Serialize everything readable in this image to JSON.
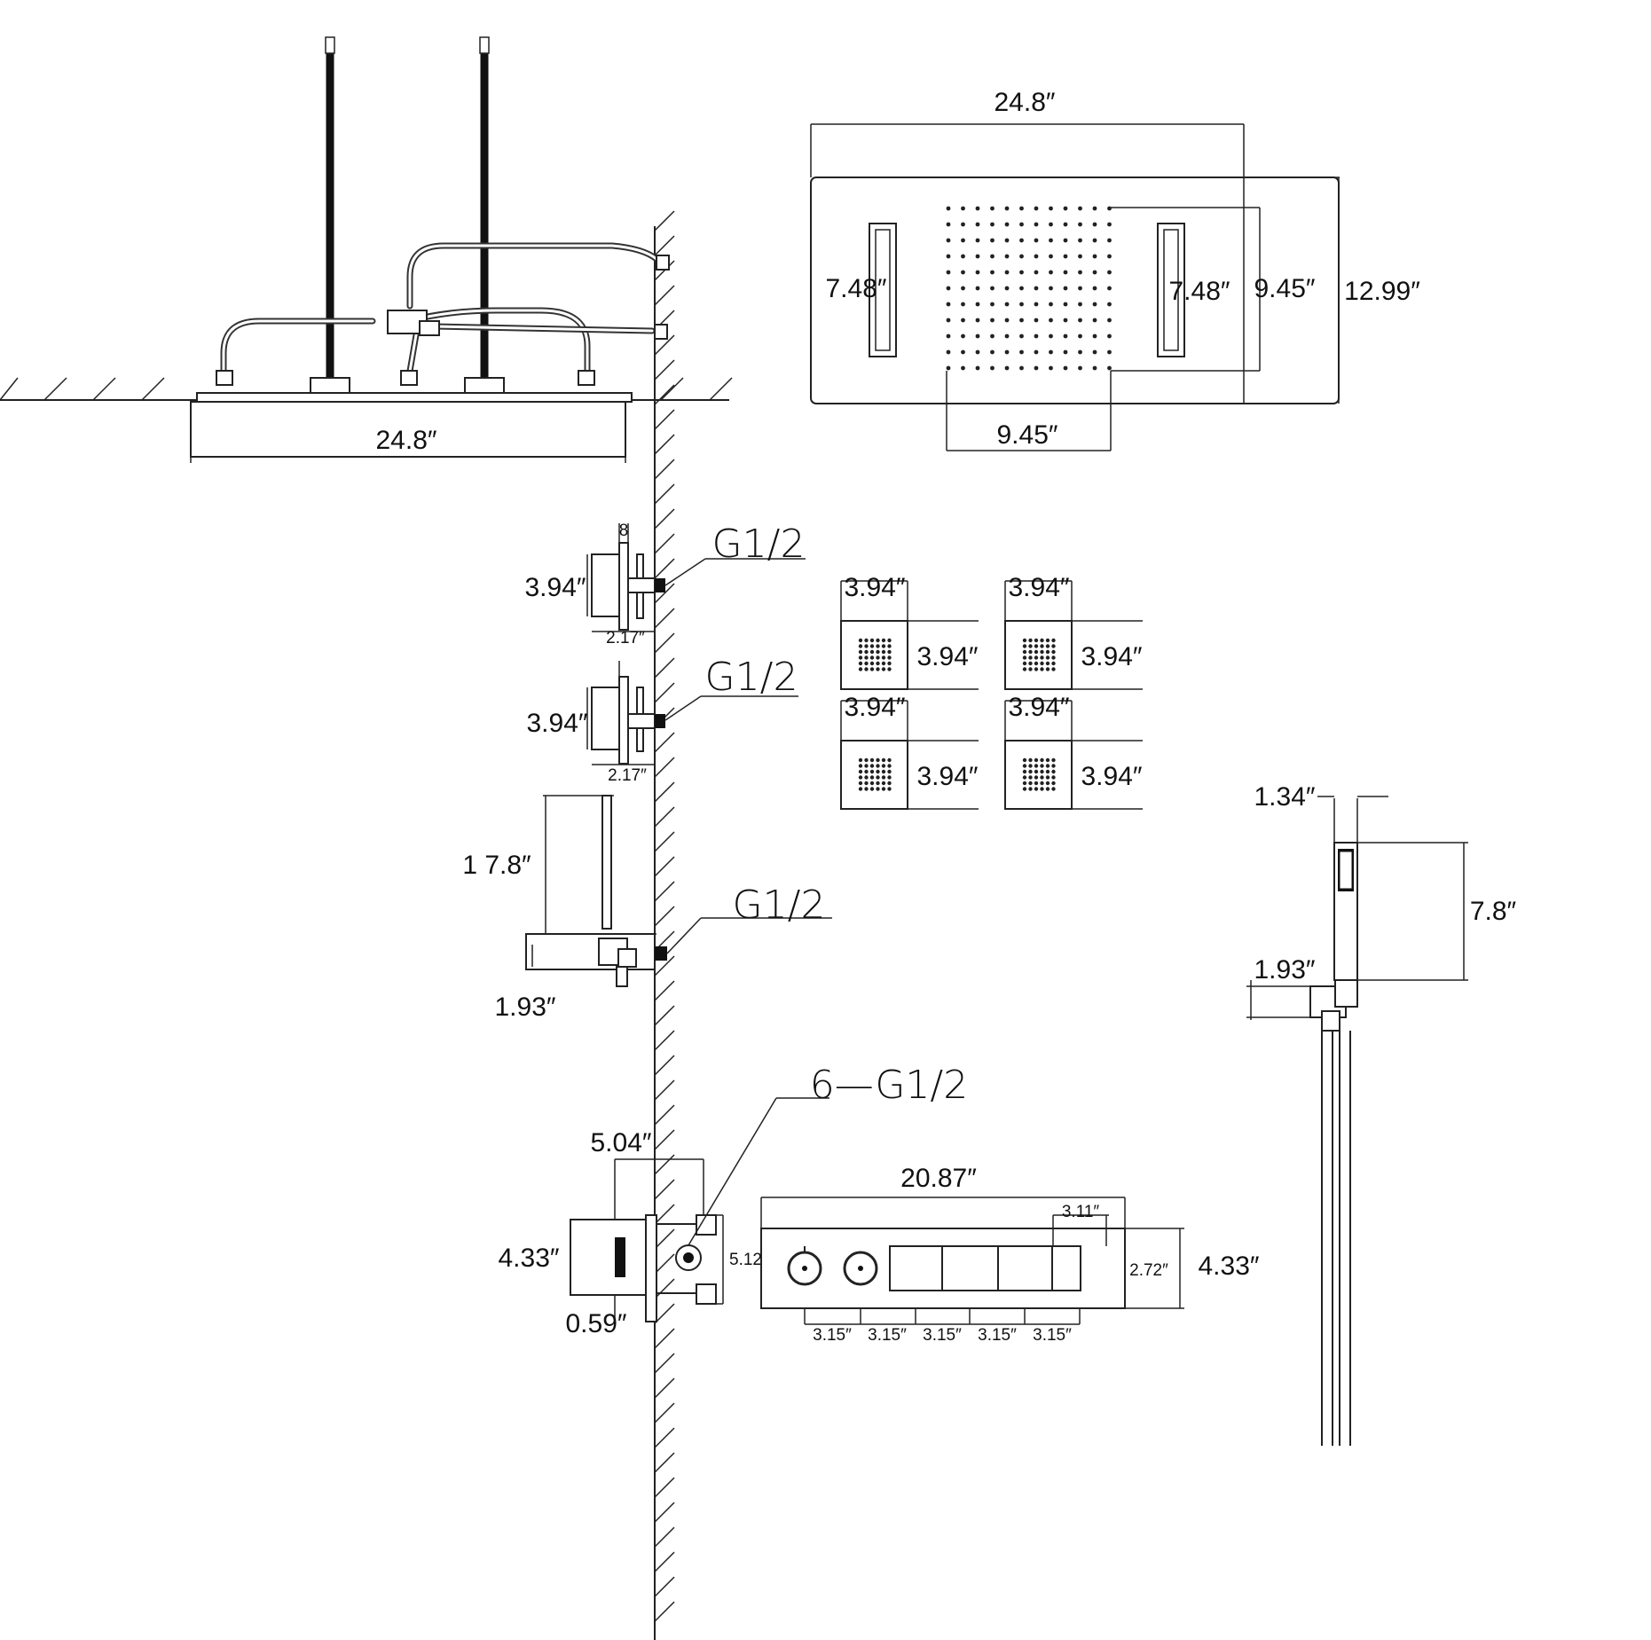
{
  "dimensions": {
    "ceiling_width": "24.8″",
    "panel_width": "24.8″",
    "panel_side_left": "7.48″",
    "panel_side_right": "7.48″",
    "panel_rain_height": "9.45″",
    "panel_height": "12.99″",
    "panel_rain_width": "9.45″",
    "jet_width_1": "3.94″",
    "jet_width_2": "3.94″",
    "jet_depth_1": "2.17″",
    "jet_depth_2": "2.17″",
    "jet_flange": "8",
    "handheld_height": "1 7.8″",
    "handheld_base": "1.93″",
    "valve_depth": "5.04″",
    "valve_height": "4.33″",
    "valve_offset": "0.59″",
    "valve_connector": "5.12″",
    "valve_width": "20.87″",
    "valve_button": "3.11″",
    "valve_inner_height": "2.72″",
    "valve_total_height": "4.33″",
    "spacing": [
      "3.15″",
      "3.15″",
      "3.15″",
      "3.15″",
      "3.15″"
    ],
    "holder_width": "1.34″",
    "holder_height": "7.8″",
    "holder_base": "1.93″"
  },
  "body_jets": [
    {
      "top": "3.94″",
      "side": "3.94″"
    },
    {
      "top": "3.94″",
      "side": "3.94″"
    },
    {
      "top": "3.94″",
      "side": "3.94″"
    },
    {
      "top": "3.94″",
      "side": "3.94″"
    }
  ],
  "thread_labels": {
    "jet_1": "G1/2",
    "jet_2": "G1/2",
    "handheld": "G1/2",
    "valve": "6—G1/2"
  }
}
